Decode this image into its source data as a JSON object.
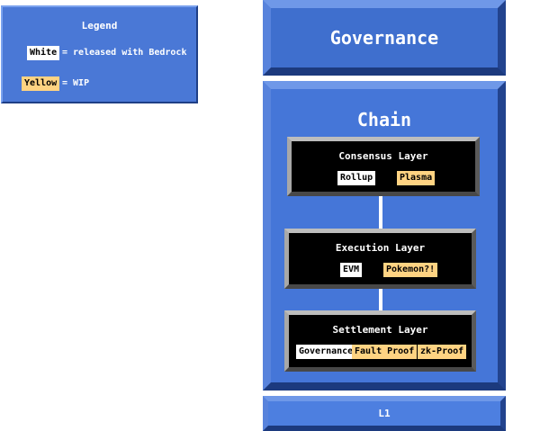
{
  "legend": {
    "title": "Legend",
    "items": [
      {
        "chip": "White",
        "description": "= released with Bedrock",
        "status": "released",
        "color": "#ffffff"
      },
      {
        "chip": "Yellow",
        "description": "= WIP",
        "status": "wip",
        "color": "#ffd382"
      }
    ]
  },
  "governance": {
    "label": "Governance"
  },
  "chain": {
    "label": "Chain",
    "layers": [
      {
        "title": "Consensus Layer",
        "components": [
          {
            "label": "Rollup",
            "status": "released"
          },
          {
            "label": "Plasma",
            "status": "wip"
          }
        ]
      },
      {
        "title": "Execution Layer",
        "components": [
          {
            "label": "EVM",
            "status": "released"
          },
          {
            "label": "Pokemon?!",
            "status": "wip"
          }
        ]
      },
      {
        "title": "Settlement Layer",
        "components": [
          {
            "label": "Governance",
            "status": "released"
          },
          {
            "label": "Fault Proof",
            "status": "wip"
          },
          {
            "label": "zk-Proof",
            "status": "wip"
          }
        ]
      }
    ]
  },
  "l1": {
    "label": "L1"
  },
  "colors": {
    "block_blue": "#4576d8",
    "released": "#ffffff",
    "wip": "#ffd382",
    "layer_bg": "#000000"
  }
}
